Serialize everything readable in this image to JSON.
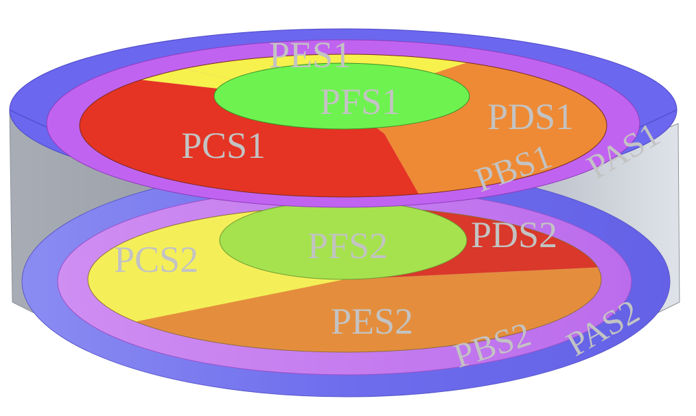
{
  "colors": {
    "band_A": "#6c67ef",
    "band_B": "#c163f1",
    "sector_C_top": "#e53424",
    "sector_D_top": "#ee8a35",
    "sector_E_top": "#f6f14c",
    "sector_F_top": "#6ef24f",
    "sector_C_bottom": "#f4ef58",
    "sector_D_bottom": "#d9382a",
    "sector_E_bottom": "#e48e3d",
    "sector_F_bottom": "#a5e24e",
    "cylinder_wall": "#c9ced6",
    "label_text": "#c3c3c3"
  },
  "labels": {
    "top": {
      "PES1": "PES1",
      "PFS1": "PFS1",
      "PCS1": "PCS1",
      "PDS1": "PDS1",
      "PBS1": "PBS1",
      "PAS1": "PAS1"
    },
    "bottom": {
      "PCS2": "PCS2",
      "PFS2": "PFS2",
      "PDS2": "PDS2",
      "PES2": "PES2",
      "PBS2": "PBS2",
      "PAS2": "PAS2"
    }
  }
}
